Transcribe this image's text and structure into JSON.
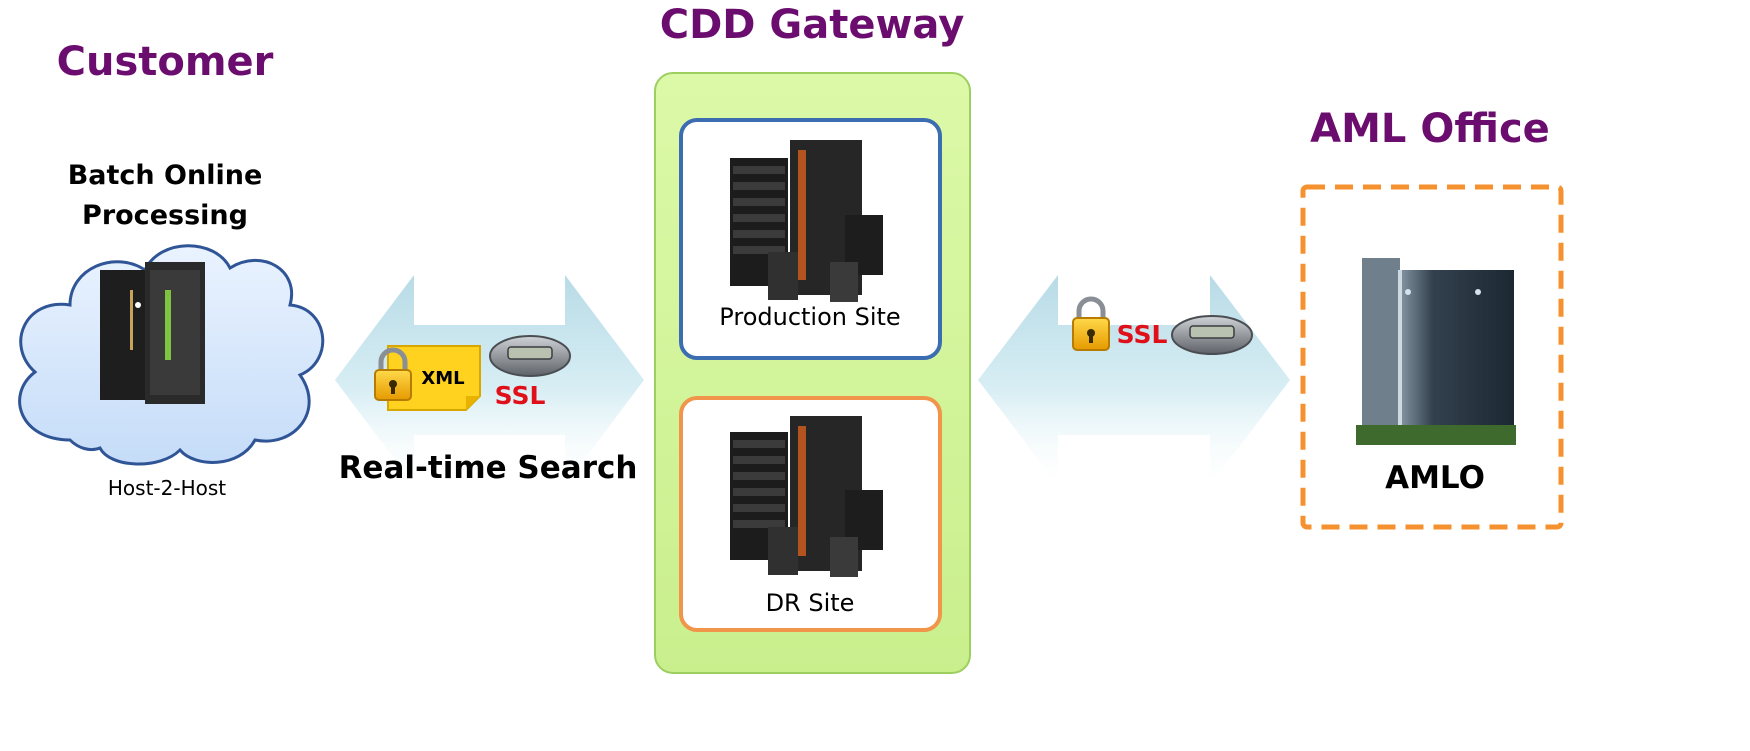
{
  "customer": {
    "heading": "Customer",
    "subtitle_line1": "Batch Online",
    "subtitle_line2": "Processing",
    "caption": "Host-2-Host"
  },
  "gateway": {
    "heading": "CDD Gateway",
    "production_label": "Production Site",
    "dr_label": "DR Site"
  },
  "left_link": {
    "xml_label": "XML",
    "ssl_label": "SSL",
    "caption": "Real-time Search"
  },
  "right_link": {
    "ssl_label": "SSL"
  },
  "aml": {
    "heading": "AML Office",
    "label": "AMLO"
  },
  "colors": {
    "heading": "#6b0d6e",
    "ssl": "#e0101a",
    "gateway_fill": "#d9f7a3",
    "production_border": "#3c6db1",
    "dr_border": "#f0954a",
    "aml_border": "#f5922f"
  }
}
